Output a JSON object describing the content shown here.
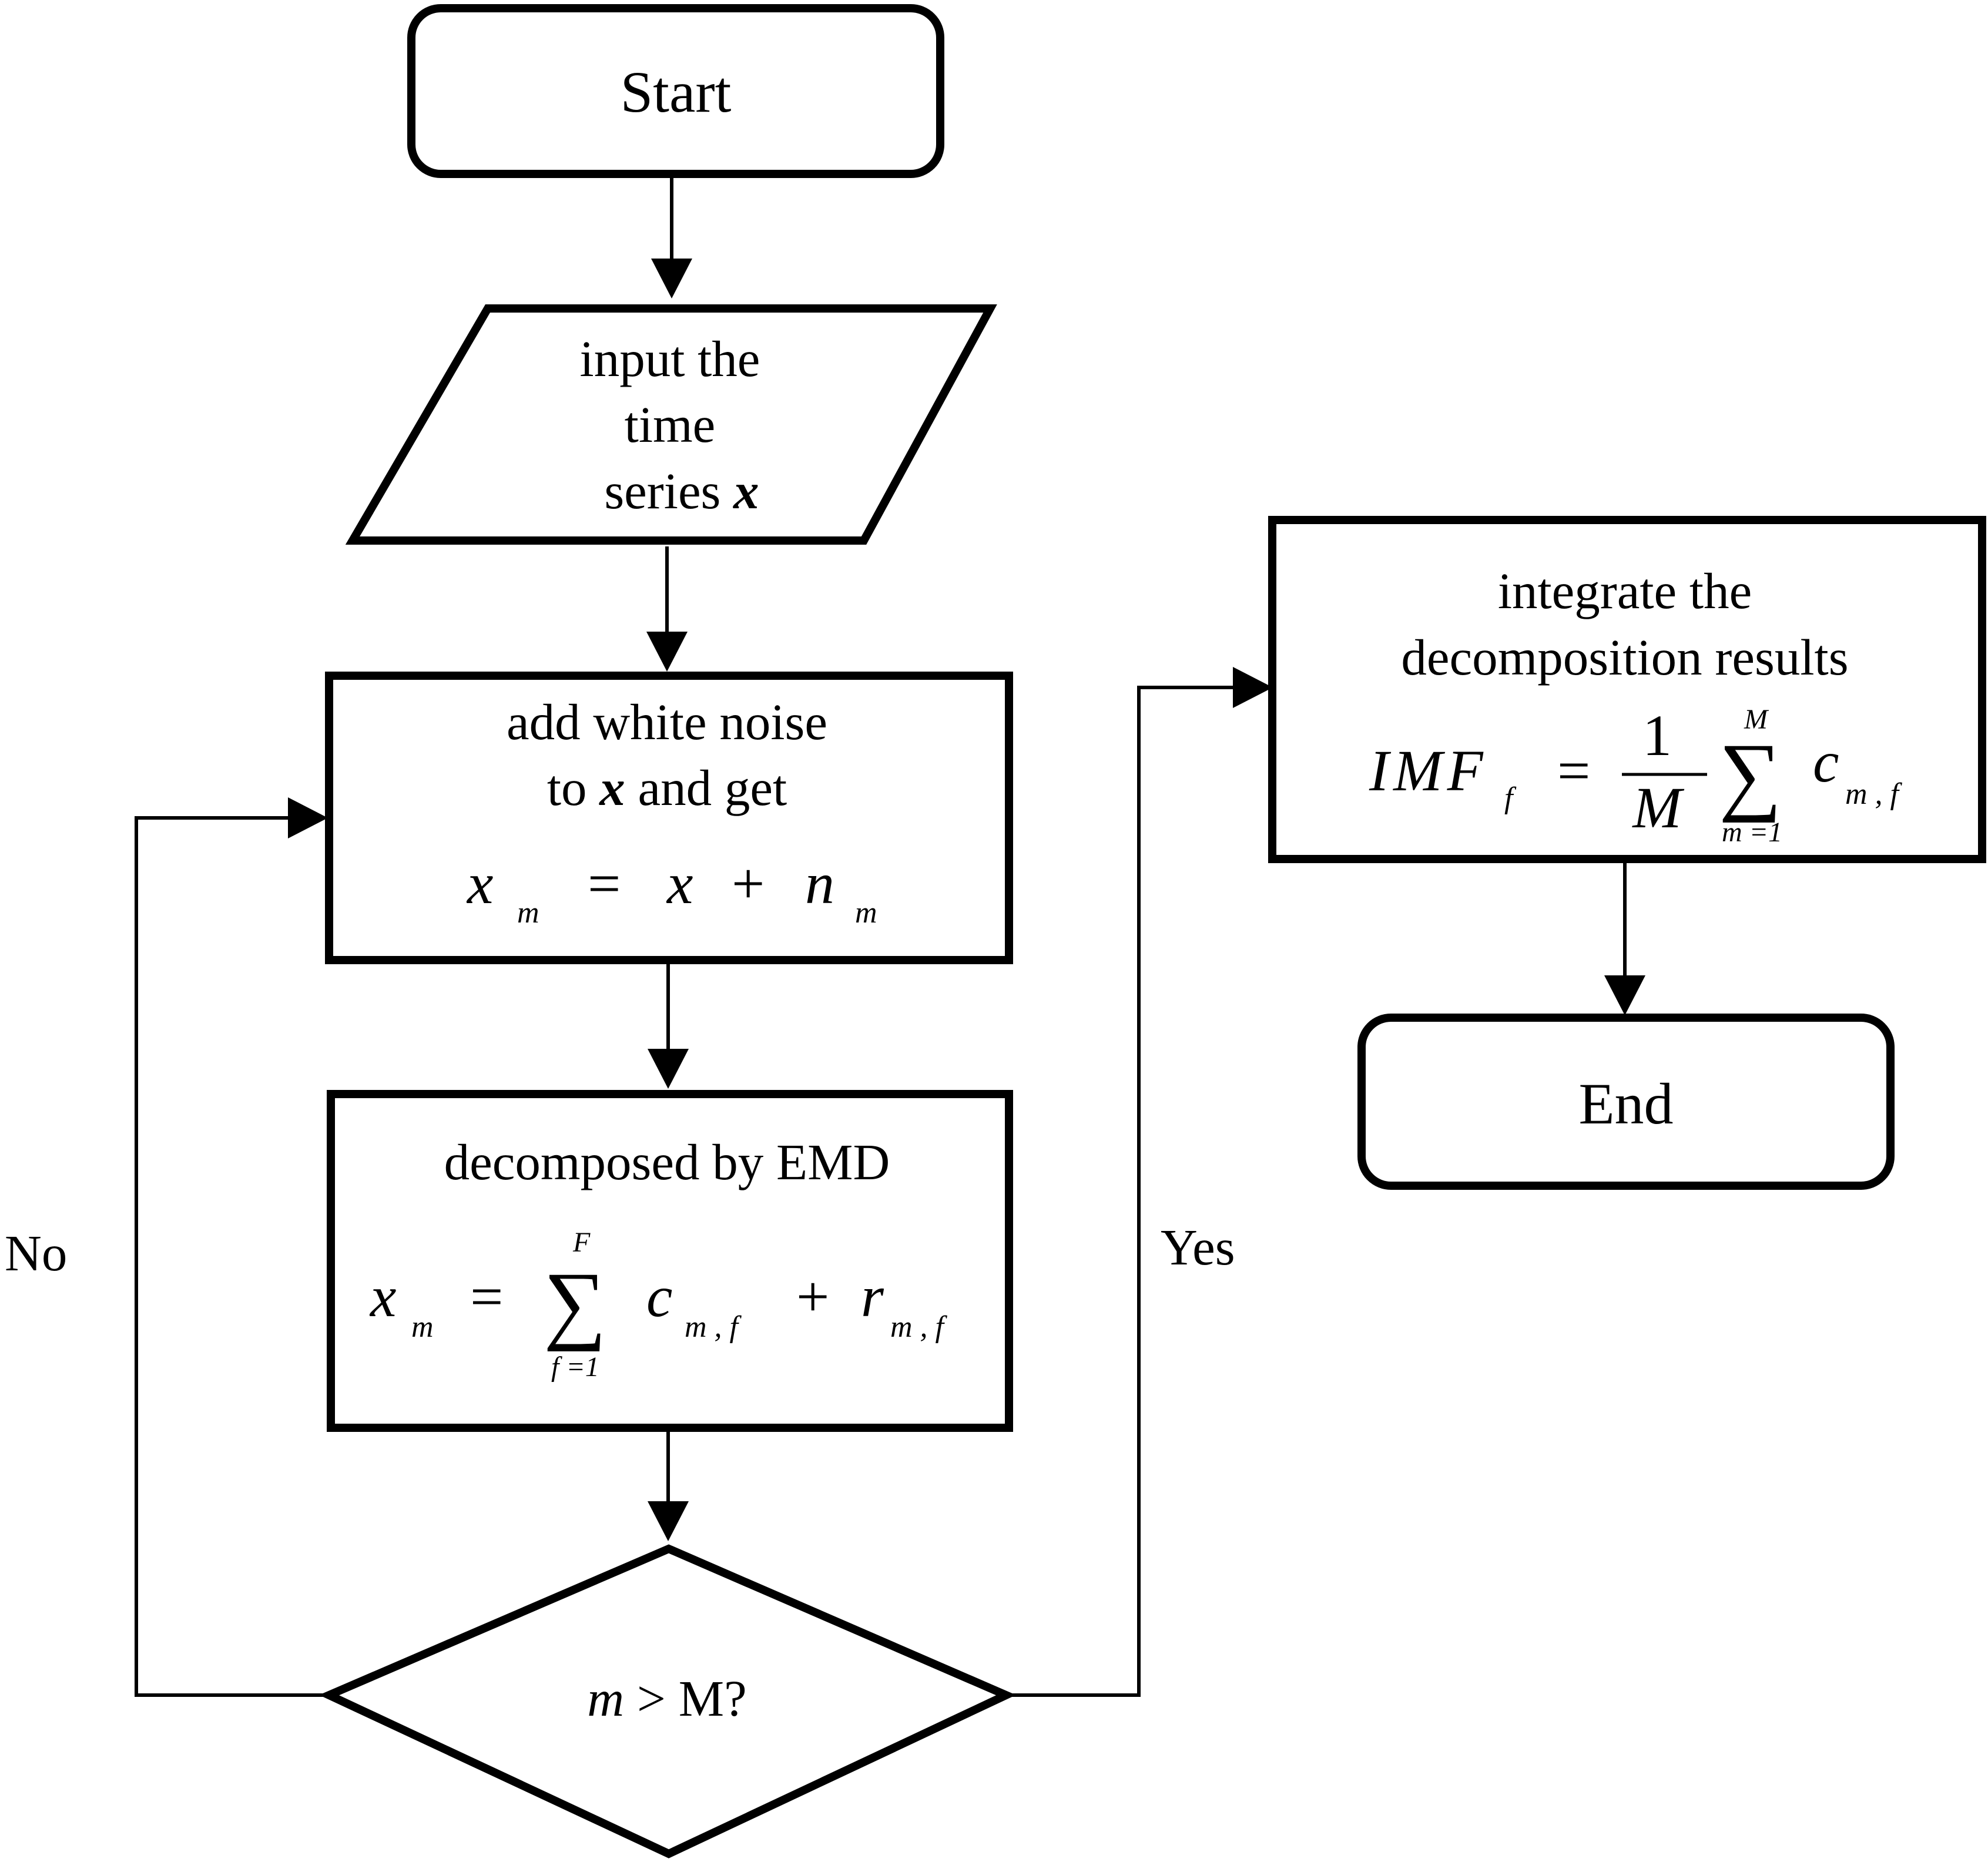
{
  "nodes": {
    "start": {
      "label": "Start"
    },
    "input": {
      "line1": "input  the",
      "line2": "time",
      "line3_prefix": "series ",
      "line3_var": "x"
    },
    "add_noise": {
      "line1": "add white noise",
      "line2_prefix": "to ",
      "line2_var": "x",
      "line2_suffix": " and get",
      "eq": {
        "lhs": "x",
        "lhs_sub": "m",
        "op1": "=",
        "t1": "x",
        "op2": "+",
        "t2": "n",
        "t2_sub": "m"
      }
    },
    "emd": {
      "title": "decomposed by EMD",
      "eq": {
        "lhs": "x",
        "lhs_sub": "m",
        "op": "=",
        "sigma": "∑",
        "sigma_upper": "F",
        "sigma_lower": "f =1",
        "t1": "c",
        "t1_sub": "m , f",
        "plus": "+",
        "t2": "r",
        "t2_sub": "m , f"
      }
    },
    "decision": {
      "var": "m",
      "rest": " > M?"
    },
    "integrate": {
      "line1": "integrate the",
      "line2": "decomposition results",
      "eq": {
        "lhs": "IMF",
        "lhs_sub": "f",
        "op": "=",
        "frac_num": "1",
        "frac_den": "M",
        "sigma": "∑",
        "sigma_upper": "M",
        "sigma_lower": "m =1",
        "term": "c",
        "term_sub": "m , f"
      }
    },
    "end": {
      "label": "End"
    }
  },
  "edges": {
    "no_label": "No",
    "yes_label": "Yes"
  }
}
